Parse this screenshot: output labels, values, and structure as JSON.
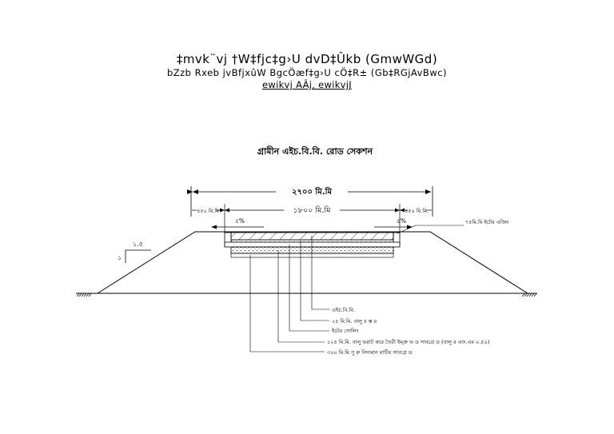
{
  "header": {
    "line1": "‡mvk¨vj †W‡fjc‡g›U dvD‡Ûkb (GmwWGd)",
    "line2": "bZzb Rxeb jvBfjxûW BgcÖæf‡g›U cÖ‡R± (Gb‡RGjAvBwc)",
    "line3": "ewikvj AÂj, ewikvjJ"
  },
  "section_title": "গ্রামীন এইচ.বি.বি. রোড সেকশন",
  "dimensions": {
    "total_width": "২৭০০ মি.মি",
    "left_shoulder": "৪৫০ মি.মি",
    "carriageway": "১৮০০ মি.মি",
    "right_shoulder": "৪৫০ মি.মি.",
    "left_camber": "৫%",
    "right_camber": "৫%",
    "side_slope_vertical": "১",
    "side_slope_horizontal": "১.৫"
  },
  "labels": {
    "edging": "৭৫মি.মি ইটের এজিং",
    "hbb": "এইচ.বি.বি.",
    "sand_cushion": "২৫ মি.মি. বালু র স্ত র",
    "brick_soling": "ইটের সোলিং",
    "sand_fill": "১২৫ মি.মি. বালু ভরাট করে তৈরী ইম্প্রু ভ ড সাবগ্রে ড (বালু র এফ.এম ০.৫০)",
    "subgrade": "৩০০ মি.মি.পু রু নিদ্যমান মাটির সাবগ্রে ড"
  },
  "colors": {
    "ink": "#000000",
    "background": "#ffffff"
  }
}
